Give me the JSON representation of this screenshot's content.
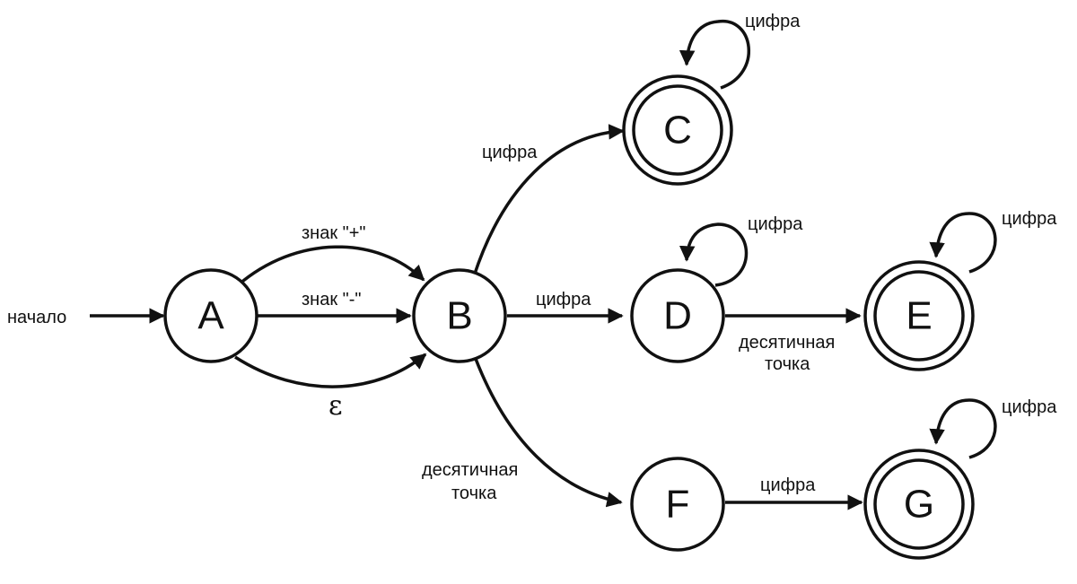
{
  "states": {
    "A": "A",
    "B": "B",
    "C": "C",
    "D": "D",
    "E": "E",
    "F": "F",
    "G": "G"
  },
  "labels": {
    "start": "начало",
    "a_b_plus": "знак \"+\"",
    "a_b_minus": "знак \"-\"",
    "a_b_eps": "ε",
    "b_c": "цифра",
    "b_d": "цифра",
    "b_f_line1": "десятичная",
    "b_f_line2": "точка",
    "c_loop": "цифра",
    "d_loop": "цифра",
    "d_e_line1": "десятичная",
    "d_e_line2": "точка",
    "e_loop": "цифра",
    "f_g": "цифра",
    "g_loop": "цифра"
  },
  "accepting_states": [
    "C",
    "E",
    "G"
  ]
}
